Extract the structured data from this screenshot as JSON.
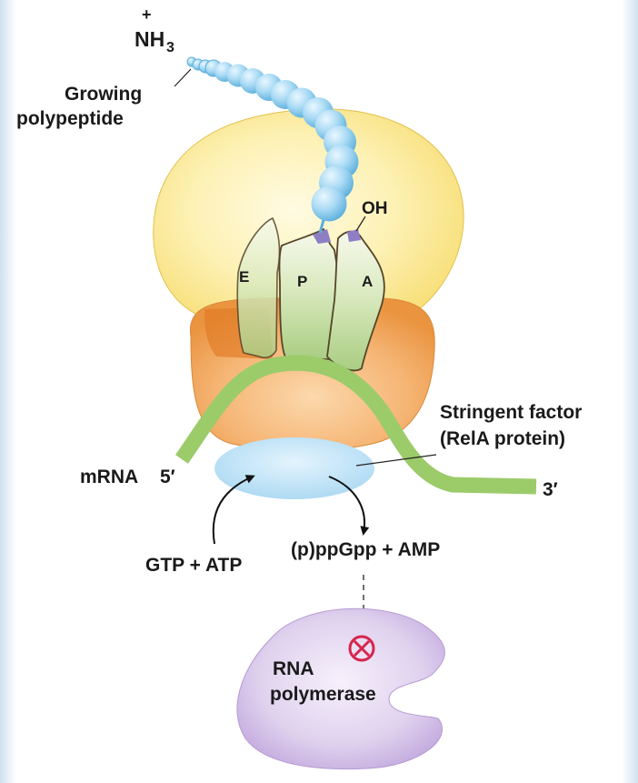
{
  "labels": {
    "nh3_charge": "+",
    "nh3": "NH",
    "nh3_sub": "3",
    "growing_line1": "Growing",
    "growing_line2": "polypeptide",
    "oh": "OH",
    "site_e": "E",
    "site_p": "P",
    "site_a": "A",
    "mrna": "mRNA",
    "mrna_5": "5′",
    "mrna_3": "3′",
    "stringent_line1": "Stringent factor",
    "stringent_line2": "(RelA protein)",
    "substrates": "GTP + ATP",
    "products": "(p)ppGpp + AMP",
    "rnap_line1": "RNA",
    "rnap_line2": "polymerase"
  },
  "colors": {
    "large_subunit": "#fbeb9c",
    "small_subunit": "#f2a55a",
    "trna": "#c7dfa4",
    "mrna": "#9ccb6a",
    "rela": "#bfe2f6",
    "polypeptide": "#a9d8f2",
    "rna_polymerase": "#d7c6e8",
    "inhibition": "#d6254d"
  },
  "icons": {
    "inhibition": "circle-x-inhibition-icon"
  }
}
